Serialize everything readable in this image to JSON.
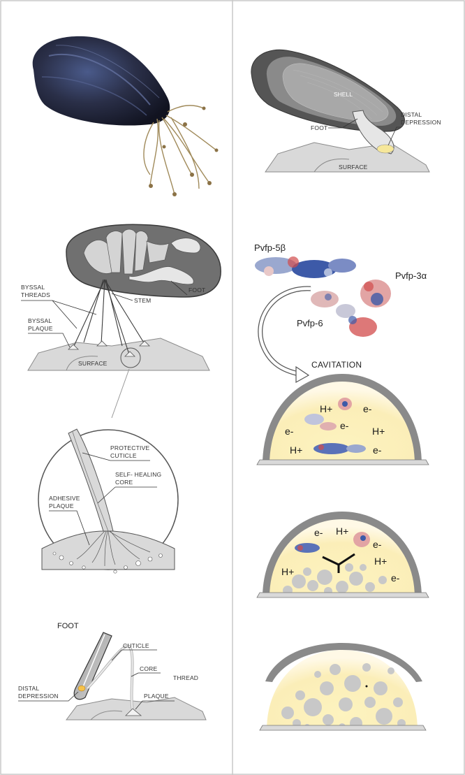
{
  "colors": {
    "border": "#c9c9c9",
    "shell_dark": "#555555",
    "shell_mid": "#8a8a8a",
    "surface": "#d9d9d9",
    "yellow": "#fbeeb0",
    "protein_blue": "#3d5aa8",
    "protein_red": "#d14b4b"
  },
  "panels": {
    "left_top": {
      "label": "mussel-photo"
    },
    "right_top": {
      "shell": "SHELL",
      "foot": "FOOT",
      "distal": [
        "DISTAL",
        "DEPRESSION"
      ],
      "surface": "SURFACE"
    },
    "left_anatomy": {
      "byssal_threads": [
        "BYSSAL",
        "THREADS"
      ],
      "byssal_plaque": [
        "BYSSAL",
        "PLAQUE"
      ],
      "stem": "STEM",
      "foot": "FOOT",
      "surface": "SURFACE"
    },
    "left_zoom": {
      "protective": [
        "PROTECTIVE",
        "CUTICLE"
      ],
      "self_healing": [
        "SELF- HEALING",
        "CORE"
      ],
      "adhesive": [
        "ADHESIVE",
        "PLAQUE"
      ]
    },
    "left_bottom": {
      "foot": "FOOT",
      "cuticle": "CUTICLE",
      "core": "CORE",
      "thread": "THREAD",
      "plaque": "PLAQUE",
      "distal": [
        "DISTAL",
        "DEPRESSION"
      ]
    },
    "right_proteins": {
      "p5b": "Pvfp-5β",
      "p3a": "Pvfp-3α",
      "p6": "Pvfp-6",
      "cavitation": "CAVITATION"
    },
    "ions": {
      "h": "H+",
      "e": "e-"
    }
  }
}
